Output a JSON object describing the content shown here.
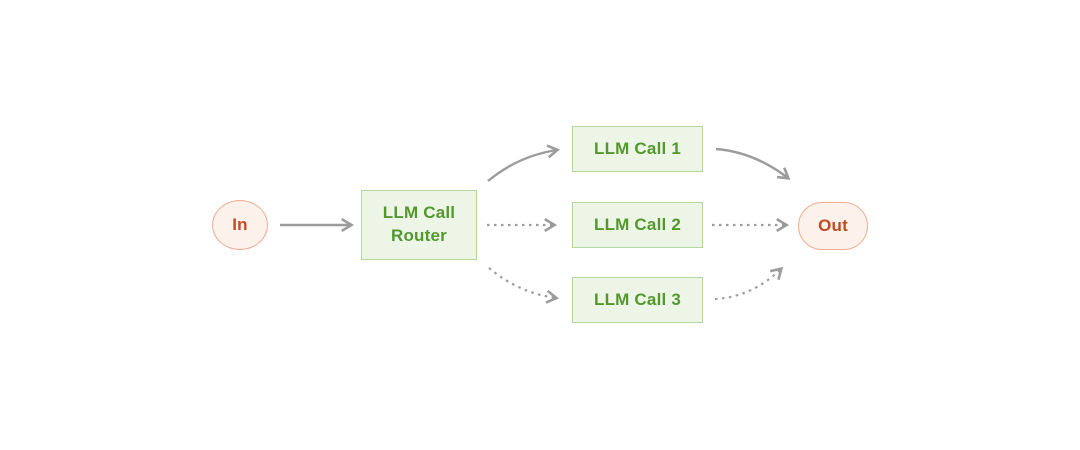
{
  "diagram": {
    "kind": "workflow-routing-diagram",
    "background_color": "#FFFFFF",
    "nodes": {
      "in": {
        "label": "In",
        "shape": "ellipse",
        "role": "input"
      },
      "router": {
        "label": "LLM Call\nRouter",
        "shape": "rectangle",
        "role": "router"
      },
      "call1": {
        "label": "LLM Call 1",
        "shape": "rectangle",
        "role": "llm-call"
      },
      "call2": {
        "label": "LLM Call 2",
        "shape": "rectangle",
        "role": "llm-call"
      },
      "call3": {
        "label": "LLM Call 3",
        "shape": "rectangle",
        "role": "llm-call"
      },
      "out": {
        "label": "Out",
        "shape": "rounded-pill",
        "role": "output"
      }
    },
    "edges": [
      {
        "from": "In",
        "to": "LLM Call Router",
        "style": "solid",
        "curve": "straight"
      },
      {
        "from": "LLM Call Router",
        "to": "LLM Call 1",
        "style": "solid",
        "curve": "arc-up"
      },
      {
        "from": "LLM Call Router",
        "to": "LLM Call 2",
        "style": "dashed",
        "curve": "straight"
      },
      {
        "from": "LLM Call Router",
        "to": "LLM Call 3",
        "style": "dashed",
        "curve": "arc-down"
      },
      {
        "from": "LLM Call 1",
        "to": "Out",
        "style": "solid",
        "curve": "arc-down"
      },
      {
        "from": "LLM Call 2",
        "to": "Out",
        "style": "dashed",
        "curve": "straight"
      },
      {
        "from": "LLM Call 3",
        "to": "Out",
        "style": "dashed",
        "curve": "arc-up"
      }
    ],
    "colors": {
      "green_node_fill": "#EDF5E6",
      "green_node_border": "#B4D79D",
      "green_node_text": "#53982F",
      "red_node_fill": "#FCF1EB",
      "red_node_border": "#F0AC90",
      "red_node_text": "#C04B20",
      "arrow_gray": "#9C9C9C"
    }
  }
}
